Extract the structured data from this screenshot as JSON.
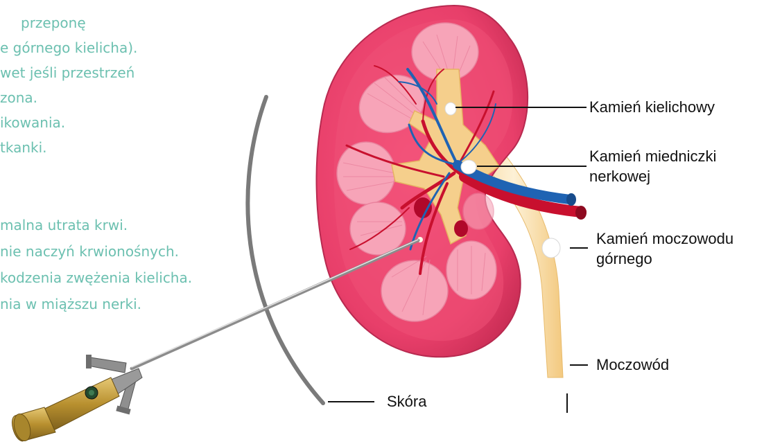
{
  "background_text": [
    "przeponę",
    "e górnego kielicha).",
    "wet jeśli przestrzeń",
    "zona.",
    "ikowania.",
    "tkanki.",
    "malna utrata krwi.",
    "nie naczyń krwionośnych.",
    "kodzenia zwężenia kielicha.",
    "nia w miąższu nerki."
  ],
  "labels": {
    "kidney_stone_calyx": "Kamień kielichowy",
    "kidney_stone_pelvis_1": "Kamień miedniczki",
    "kidney_stone_pelvis_2": "nerkowej",
    "ureter_stone_1": "Kamień moczowodu",
    "ureter_stone_2": "górnego",
    "ureter": "Moczowód",
    "skin": "Skóra"
  },
  "colors": {
    "background_text": "#6cc0b0",
    "kidney_cortex": "#e83f6a",
    "kidney_medulla": "#f7a4b8",
    "collecting_system": "#f5cf8c",
    "artery": "#c8102e",
    "vein": "#1f63b3",
    "skin_line": "#7a7a7a",
    "scope_handle": "#c9a548"
  },
  "icons": {
    "nephroscope": "nephroscope-instrument",
    "kidney": "kidney-cross-section"
  }
}
